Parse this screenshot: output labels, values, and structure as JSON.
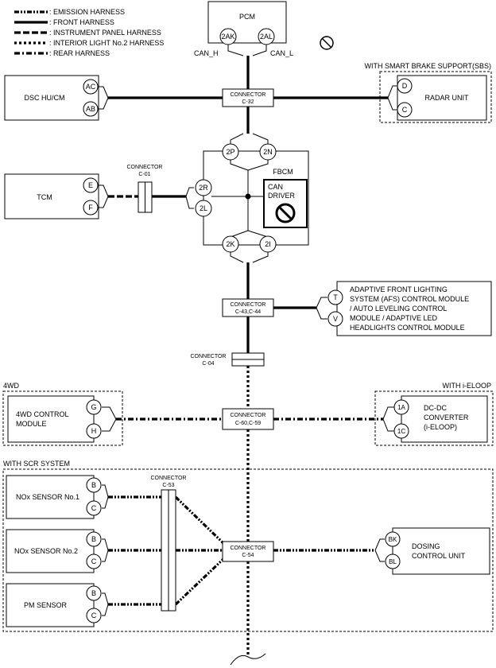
{
  "legend": [
    {
      "label": ": EMISSION HARNESS",
      "style": "emission"
    },
    {
      "label": ": FRONT HARNESS",
      "style": "front"
    },
    {
      "label": ": INSTRUMENT PANEL HARNESS",
      "style": "instrument"
    },
    {
      "label": ": INTERIOR LIGHT No.2 HARNESS",
      "style": "interior"
    },
    {
      "label": ": REAR HARNESS",
      "style": "rear"
    }
  ],
  "pcm": {
    "title": "PCM",
    "pins": [
      "2AK",
      "2AL"
    ],
    "can_h": "CAN_H",
    "can_l": "CAN_L"
  },
  "dsc": {
    "title": "DSC HU/CM",
    "pins": [
      "AC",
      "AB"
    ]
  },
  "sbs": {
    "group": "WITH SMART BRAKE SUPPORT(SBS)",
    "title": "RADAR UNIT",
    "pins": [
      "D",
      "C"
    ]
  },
  "c32": {
    "line1": "CONNECTOR",
    "line2": "C-32"
  },
  "fbcm": {
    "title": "FBCM",
    "driver1": "CAN",
    "driver2": "DRIVER",
    "pins_top": [
      "2P",
      "2N"
    ],
    "pins_left": [
      "2R",
      "2L"
    ],
    "pins_bottom": [
      "2K",
      "2I"
    ]
  },
  "tcm": {
    "title": "TCM",
    "pins": [
      "E",
      "F"
    ]
  },
  "c01": {
    "line1": "CONNECTOR",
    "line2": "C-01"
  },
  "c43": {
    "line1": "CONNECTOR",
    "line2": "C-43,C-44"
  },
  "afs": {
    "lines": [
      "ADAPTIVE FRONT LIGHTING",
      "SYSTEM (AFS) CONTROL MODULE",
      "/ AUTO LEVELING CONTROL",
      "MODULE / ADAPTIVE LED",
      "HEADLIGHTS CONTROL MODULE"
    ],
    "pins": [
      "T",
      "V"
    ]
  },
  "c04": {
    "line1": "CONNECTOR",
    "line2": "C-04"
  },
  "awd": {
    "group": "4WD",
    "line1": "4WD CONTROL",
    "line2": "MODULE",
    "pins": [
      "G",
      "H"
    ]
  },
  "c60": {
    "line1": "CONNECTOR",
    "line2": "C-60,C-59"
  },
  "ieloop": {
    "group": "WITH i-ELOOP",
    "lines": [
      "DC-DC",
      "CONVERTER",
      "(i-ELOOP)"
    ],
    "pins": [
      "1A",
      "1C"
    ]
  },
  "scr": {
    "group": "WITH SCR SYSTEM"
  },
  "nox1": {
    "title": "NOx SENSOR No.1",
    "pins": [
      "B",
      "C"
    ]
  },
  "nox2": {
    "title": "NOx SENSOR No.2",
    "pins": [
      "B",
      "C"
    ]
  },
  "pm": {
    "title": "PM SENSOR",
    "pins": [
      "B",
      "C"
    ]
  },
  "c53": {
    "line1": "CONNECTOR",
    "line2": "C-53"
  },
  "c54": {
    "line1": "CONNECTOR",
    "line2": "C-54"
  },
  "dosing": {
    "line1": "DOSING",
    "line2": "CONTROL UNIT",
    "pins": [
      "BK",
      "BL"
    ]
  }
}
